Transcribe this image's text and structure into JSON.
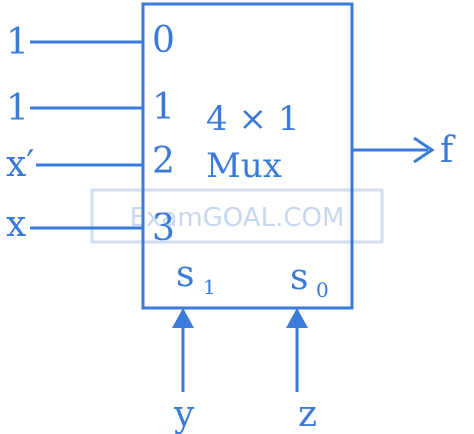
{
  "colors": {
    "stroke": "#3a7ad8",
    "text": "#3a7ad8",
    "watermark_box": "#d0def3",
    "watermark_text": "#c7d7ee",
    "background": "#ffffff"
  },
  "mux": {
    "label_line1": "4 × 1",
    "label_line2": "Mux",
    "input_indices": [
      "0",
      "1",
      "2",
      "3"
    ],
    "select_s1": "s",
    "select_s1_sub": "1",
    "select_s0": "s",
    "select_s0_sub": "0"
  },
  "inputs": {
    "i0": "1",
    "i1": "1",
    "i2": "x′",
    "i3": "x"
  },
  "selects": {
    "s1_signal": "y",
    "s0_signal": "z"
  },
  "output": {
    "label": "f"
  },
  "watermark": {
    "text": "ExamGOAL.COM"
  }
}
